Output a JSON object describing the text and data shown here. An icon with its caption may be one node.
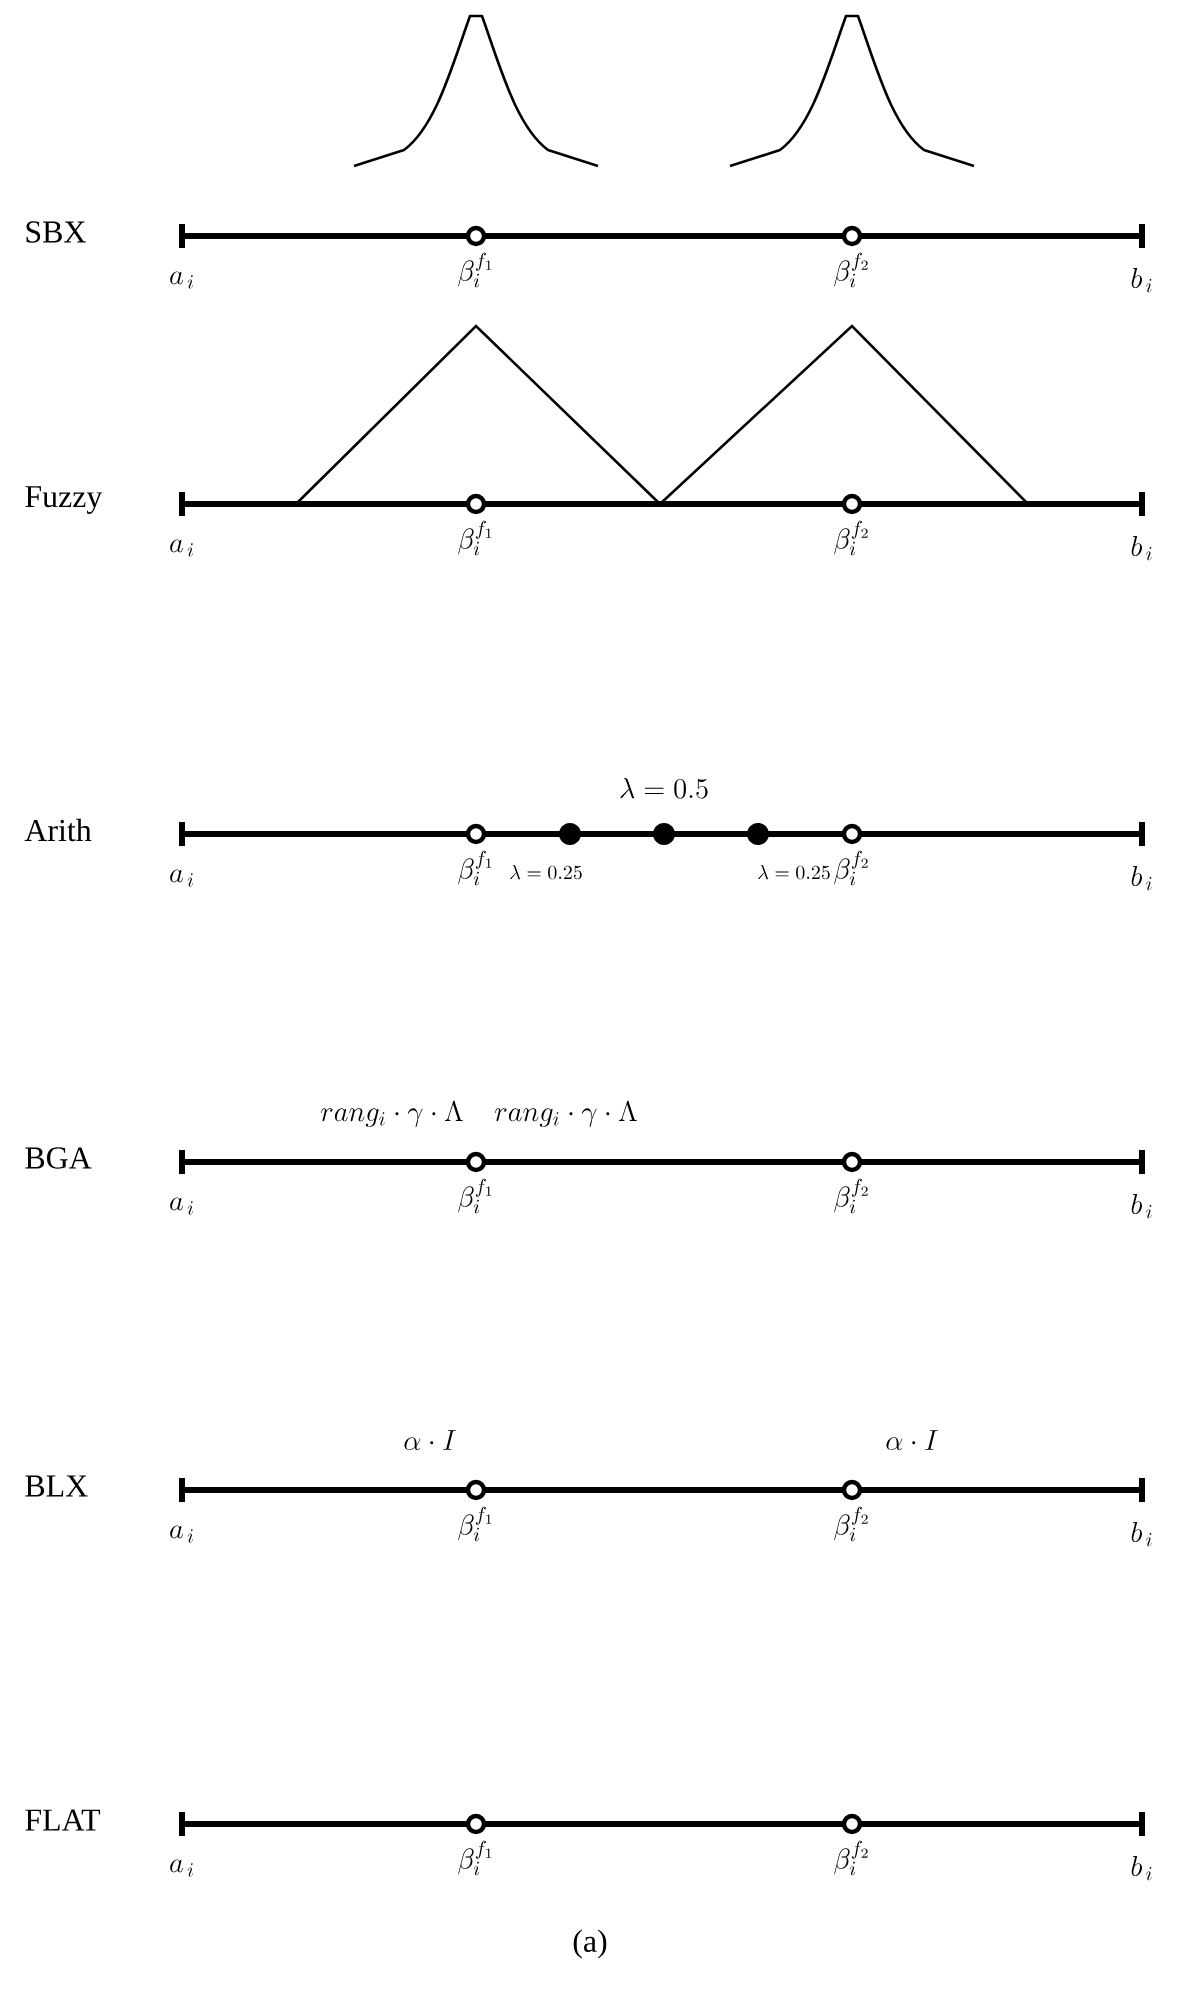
{
  "diagram": {
    "caption": "(a)",
    "labels": [
      "SBX",
      "a_{\\,i}",
      "\\beta_i^{f_1}",
      "\\beta_i^{f_2}",
      "b_{\\,i}",
      "Fuzzy",
      "a_{\\,i}",
      "\\beta_i^{f_1}",
      "\\beta_i^{f_2}",
      "b_{\\,i}",
      "\\lambda=0.5",
      "Arith",
      "a_{\\,i}",
      "\\beta_i^{f_1}",
      "\\lambda=0.25",
      "\\lambda=0.25",
      "\\beta_i^{f_2}",
      "b_{\\,i}",
      "rang_i\\cdot\\gamma\\cdot\\Lambda",
      "rang_i\\cdot\\gamma\\cdot\\Lambda",
      "BGA",
      "a_{\\,i}",
      "\\beta_i^{f_1}",
      "\\beta_i^{f_2}",
      "b_{\\,i}",
      "\\alpha\\cdot I",
      "\\alpha\\cdot I",
      "BLX",
      "a_{\\,i}",
      "\\beta_i^{f_1}",
      "\\beta_i^{f_2}",
      "b_{\\,i}",
      "FLAT",
      "a_{\\,i}",
      "\\beta_i^{f_1}",
      "\\beta_i^{f_2}",
      "b_{\\,i}"
    ]
  }
}
